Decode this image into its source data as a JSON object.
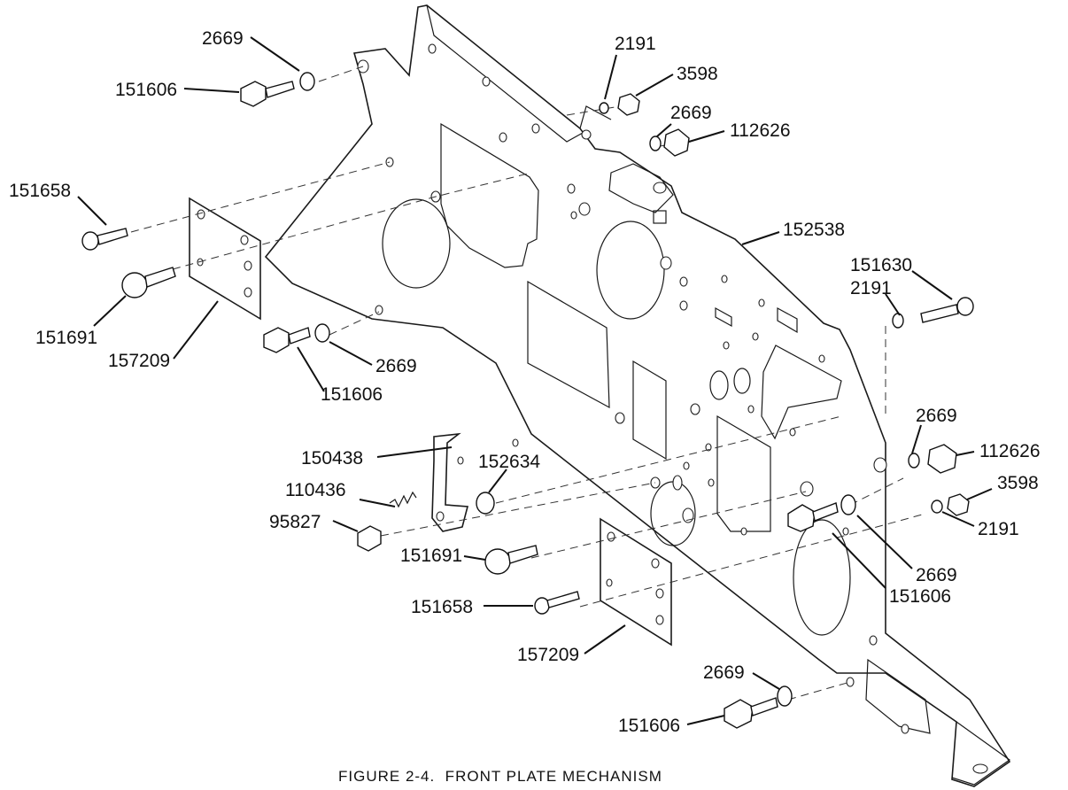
{
  "figure": {
    "caption": "FIGURE 2-4.  FRONT PLATE MECHANISM"
  },
  "callouts": {
    "c2669_top": "2669",
    "c151606_top": "151606",
    "c2191_top": "2191",
    "c3598_top": "3598",
    "c2669_nut": "2669",
    "c112626_top": "112626",
    "c151658_left": "151658",
    "c152538": "152538",
    "c151630": "151630",
    "c2191_right": "2191",
    "c151691_left": "151691",
    "c157209_left": "157209",
    "c2669_mid": "2669",
    "c151606_mid": "151606",
    "c2669_right": "2669",
    "c112626_right": "112626",
    "c3598_right": "3598",
    "c150438": "150438",
    "c152634": "152634",
    "c110436": "110436",
    "c95827": "95827",
    "c2191_lower": "2191",
    "c151691_lower": "151691",
    "c2669_lower": "2669",
    "c151606_lower": "151606",
    "c151658_lower": "151658",
    "c157209_lower": "157209",
    "c2669_bottom": "2669",
    "c151606_bottom": "151606"
  }
}
